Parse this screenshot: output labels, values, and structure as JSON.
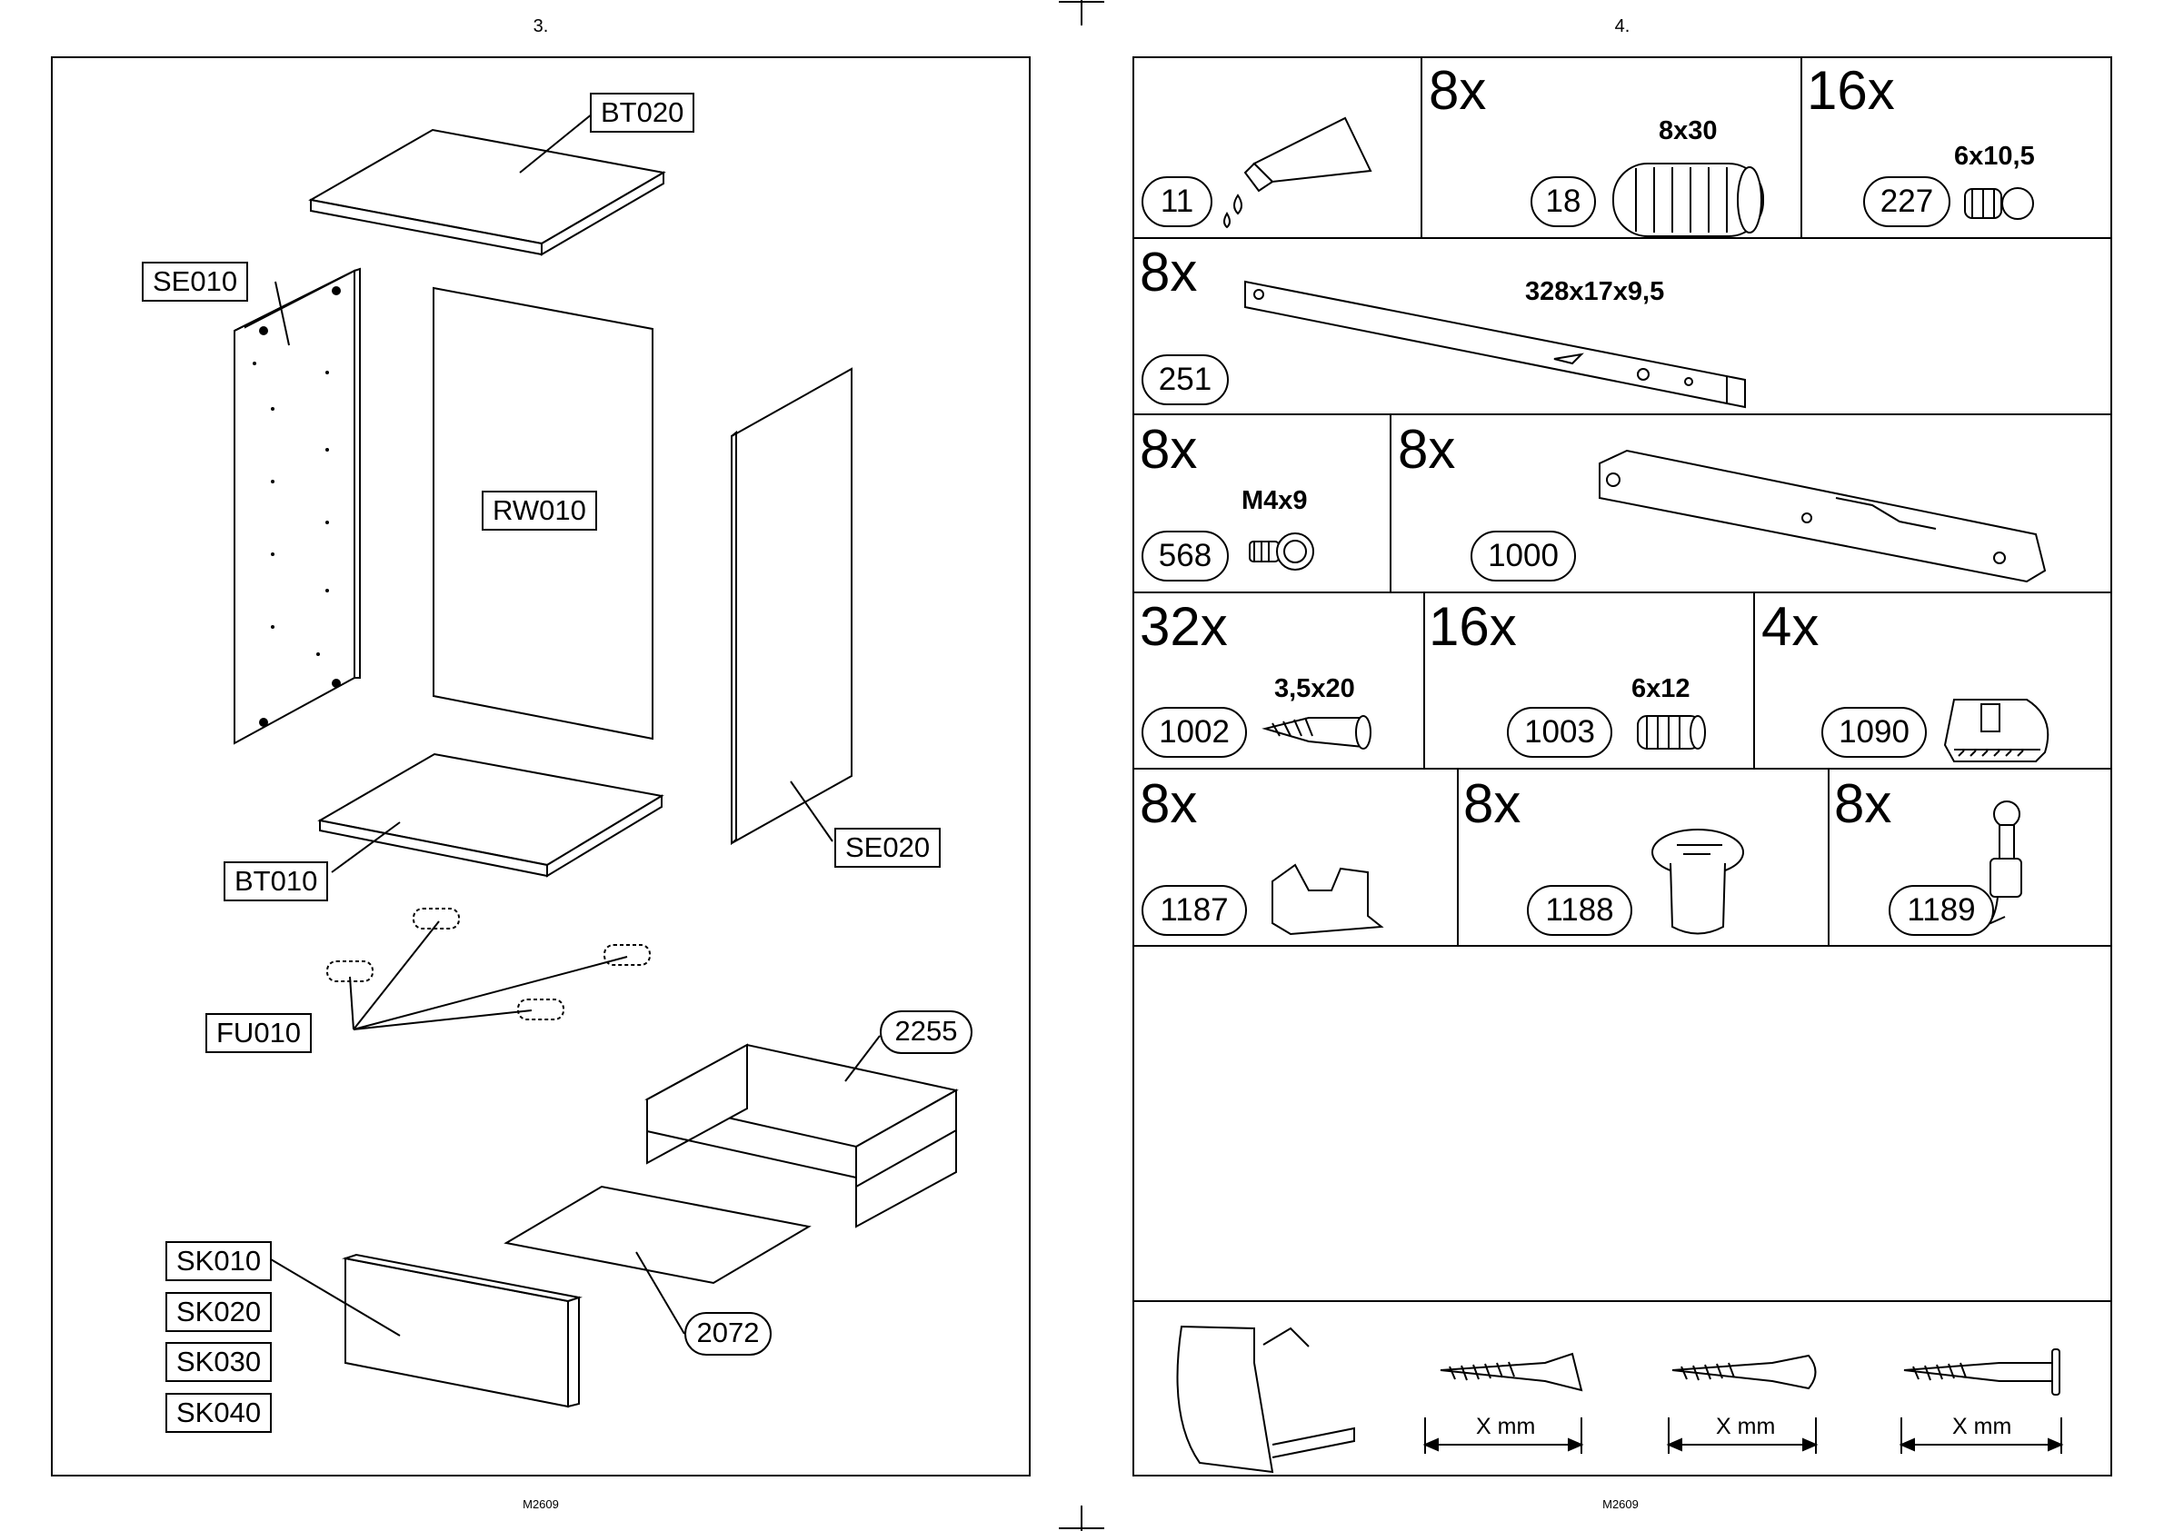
{
  "left_page": {
    "page_number": "3.",
    "footer": "M2609",
    "parts": {
      "BT020": "BT020",
      "SE010": "SE010",
      "RW010": "RW010",
      "SE020": "SE020",
      "BT010": "BT010",
      "FU010": "FU010",
      "p2255": "2255",
      "p2072": "2072",
      "SK010": "SK010",
      "SK020": "SK020",
      "SK030": "SK030",
      "SK040": "SK040"
    }
  },
  "right_page": {
    "page_number": "4.",
    "footer": "M2609",
    "hardware": [
      {
        "id": "11",
        "qty": "",
        "dim": ""
      },
      {
        "id": "18",
        "qty": "8x",
        "dim": "8x30"
      },
      {
        "id": "227",
        "qty": "16x",
        "dim": "6x10,5"
      },
      {
        "id": "251",
        "qty": "8x",
        "dim": "328x17x9,5"
      },
      {
        "id": "568",
        "qty": "8x",
        "dim": "M4x9"
      },
      {
        "id": "1000",
        "qty": "8x",
        "dim": ""
      },
      {
        "id": "1002",
        "qty": "32x",
        "dim": "3,5x20"
      },
      {
        "id": "1003",
        "qty": "16x",
        "dim": "6x12"
      },
      {
        "id": "1090",
        "qty": "4x",
        "dim": ""
      },
      {
        "id": "1187",
        "qty": "8x",
        "dim": ""
      },
      {
        "id": "1188",
        "qty": "8x",
        "dim": ""
      },
      {
        "id": "1189",
        "qty": "8x",
        "dim": ""
      }
    ],
    "measure_labels": [
      "X mm",
      "X mm",
      "X mm"
    ]
  }
}
